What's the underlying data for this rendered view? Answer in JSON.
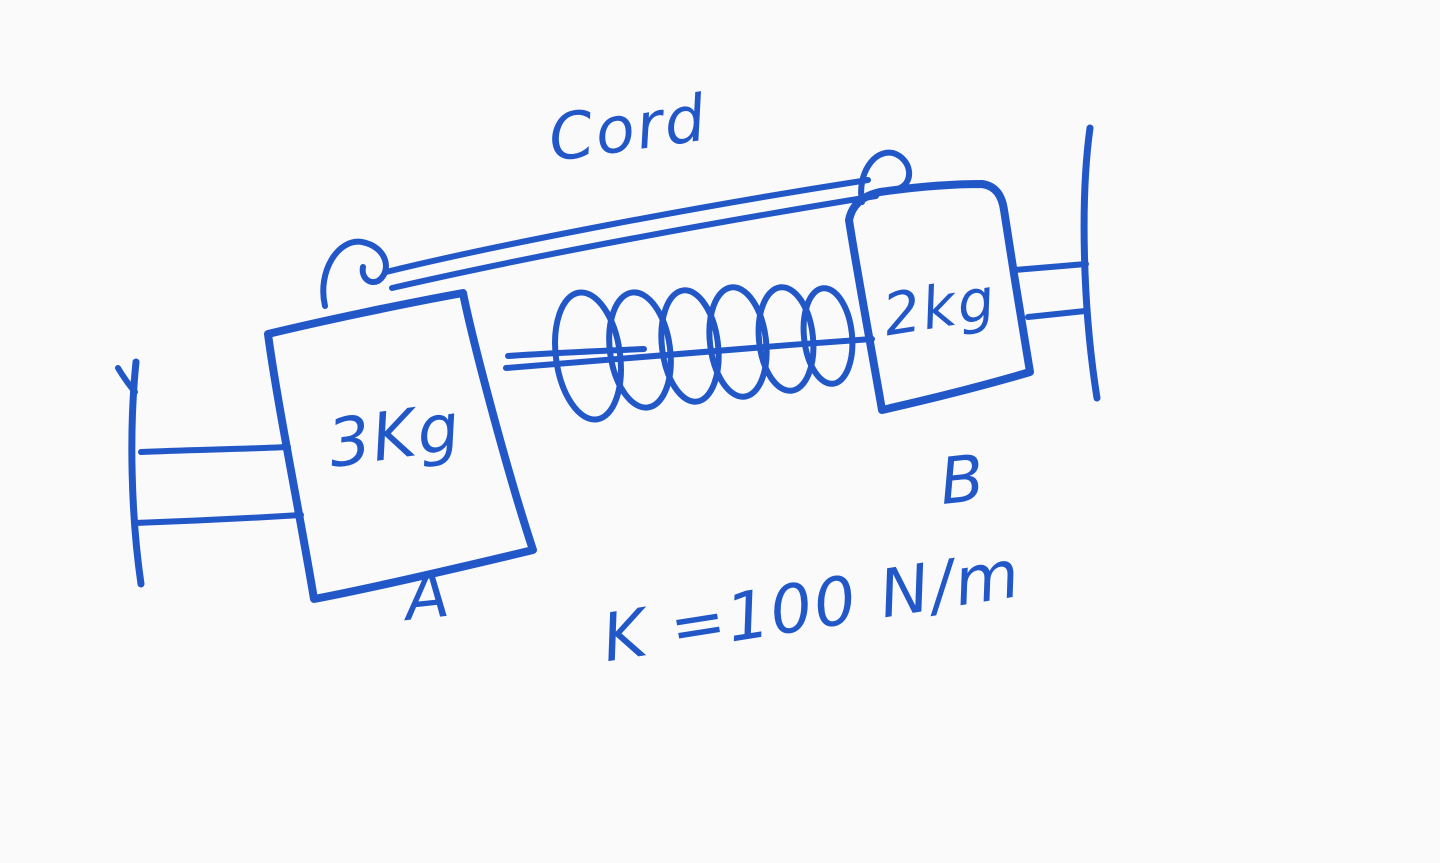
{
  "whiteboard": {
    "background_color": "#fafafa",
    "ink_color": "#2257c8",
    "labels": {
      "cord": "Cord",
      "block_a_mass": "3Kg",
      "block_a_name": "A",
      "block_b_mass": "2kg",
      "block_b_name": "B",
      "spring_constant": "K =100 N/m"
    },
    "diagram_semantics": {
      "type": "physics-free-body-sketch",
      "block_a": "3 kg block labeled A attached to left wall",
      "block_b": "2 kg block labeled B attached to right wall",
      "connections": [
        "cord from top of A to top of B",
        "spring between A and B with k = 100 N/m"
      ]
    }
  }
}
